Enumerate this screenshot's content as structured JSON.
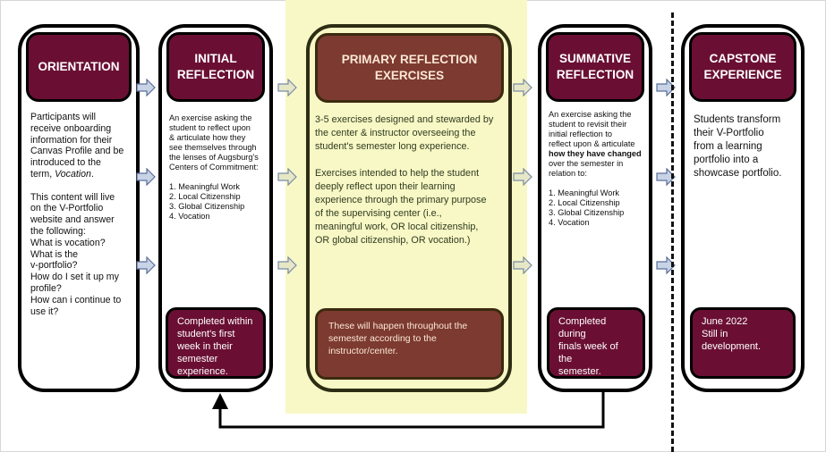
{
  "columns": [
    {
      "title": "ORIENTATION",
      "body": [
        {
          "t": "Participants will\nreceive onboarding\ninformation for their\nCanvas Profile and be\nintroduced to the\nterm, "
        },
        {
          "t": "Vocation",
          "italic": true
        },
        {
          "t": ".\n\nThis content will live\non the V-Portfolio\nwebsite and answer\nthe following:\nWhat is vocation?\nWhat is the\nv-portfolio?\nHow do I set it up my\nprofile?\nHow can i continue to\nuse it?"
        }
      ]
    },
    {
      "title": "INITIAL\nREFLECTION",
      "body": [
        {
          "t": "An exercise asking the\nstudent to reflect upon\n& articulate how they\nsee themselves through\nthe lenses of Augsburg's\nCenters of Commitment:\n\n1.  Meaningful Work\n2. Local Citizenship\n3. Global Citizenship\n4. Vocation"
        }
      ],
      "footer": "Completed within\nstudent's first\nweek in their\nsemester\nexperience."
    },
    {
      "title": "PRIMARY REFLECTION\nEXERCISES",
      "body": [
        {
          "t": "3-5 exercises designed and stewarded by\nthe center & instructor overseeing the\nstudent's semester long experience.\n\nExercises intended to help the student\ndeeply reflect upon their learning\nexperience through the primary purpose\nof the supervising center (i.e.,\nmeaningful work, OR local citizenship,\nOR global citizenship, OR vocation.)"
        }
      ],
      "footer": "These will happen throughout the\nsemester according to the\ninstructor/center."
    },
    {
      "title": "SUMMATIVE\nREFLECTION",
      "body": [
        {
          "t": "An exercise asking the\nstudent to revisit their\ninitial reflection to\nreflect upon & articulate\n"
        },
        {
          "t": "how they have changed",
          "bold": true
        },
        {
          "t": "\nover the semester in\nrelation to:\n\n1.  Meaningful Work\n2. Local Citizenship\n3. Global Citizenship\n4. Vocation"
        }
      ],
      "footer": "Completed during\nfinals week of the\nsemester."
    },
    {
      "title": "CAPSTONE\nEXPERIENCE",
      "body": [
        {
          "t": "Students transform\ntheir V-Portfolio\nfrom a learning\nportfolio into a\nshowcase portfolio."
        }
      ],
      "footer": "June 2022\nStill in\ndevelopment."
    }
  ],
  "colors": {
    "header": "#6a0f33",
    "primary_header": "#7c3a30",
    "highlight": "#f8f8c6",
    "arrow_blue": "#c9d3e6",
    "arrow_yellow": "#e6e7c6"
  }
}
